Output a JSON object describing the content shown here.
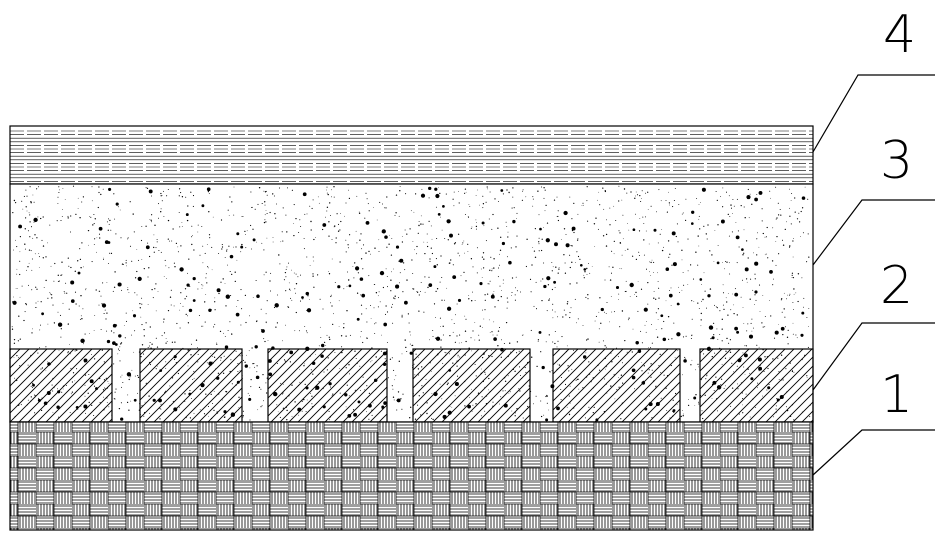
{
  "diagram": {
    "layers": [
      {
        "id": "1",
        "label": "1",
        "pattern": "woven-grid-icon"
      },
      {
        "id": "2",
        "label": "2",
        "pattern": "diagonal-hatch-icon",
        "segments": 6
      },
      {
        "id": "3",
        "label": "3",
        "pattern": "stipple-icon"
      },
      {
        "id": "4",
        "label": "4",
        "pattern": "horizontal-lines-icon"
      }
    ],
    "colors": {
      "line": "#000000",
      "background": "#ffffff"
    }
  }
}
